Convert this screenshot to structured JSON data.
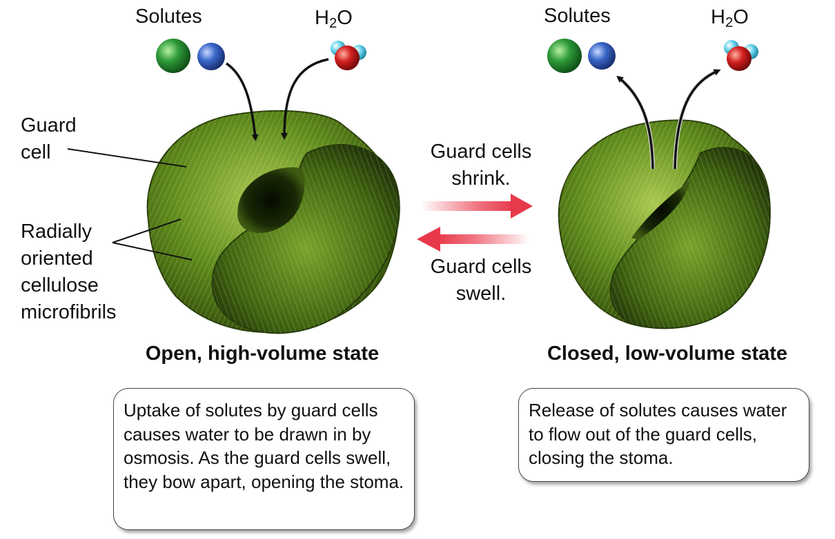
{
  "left": {
    "solutes_label": "Solutes",
    "water_label": {
      "main": "H",
      "sub": "2",
      "tail": "O"
    },
    "guard_cell_label": [
      "Guard",
      "cell"
    ],
    "microfibril_label": [
      "Radially",
      "oriented",
      "cellulose",
      "microfibrils"
    ],
    "state_title": "Open, high-volume state",
    "caption": "Uptake of solutes by guard cells causes water to be drawn in by osmosis. As the guard cells swell, they bow apart, opening the stoma."
  },
  "right": {
    "solutes_label": "Solutes",
    "water_label": {
      "main": "H",
      "sub": "2",
      "tail": "O"
    },
    "state_title": "Closed, low-volume state",
    "caption": "Release of solutes causes water to flow out of the guard cells, closing the stoma."
  },
  "middle": {
    "shrink_label": [
      "Guard cells",
      "shrink."
    ],
    "swell_label": [
      "Guard cells",
      "swell."
    ]
  },
  "colors": {
    "cell_green": "#5f8a1c",
    "cell_dark": "#2f4a0a",
    "solute_green": "#2e9a3a",
    "solute_blue": "#3a66c8",
    "oxygen_red": "#d21f1f",
    "hydrogen_cyan": "#5ed0e8",
    "process_arrow": "#e8394a"
  },
  "icons": [
    "solute-sphere",
    "water-molecule",
    "uptake-arrow",
    "release-arrow",
    "process-arrow"
  ]
}
